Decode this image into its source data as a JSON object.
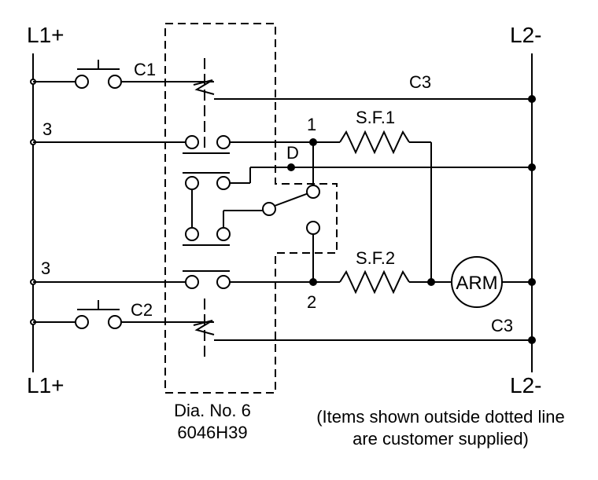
{
  "diagram": {
    "rails": {
      "left": "L1+",
      "right": "L2-"
    },
    "contacts": {
      "c1": "C1",
      "c2": "C2",
      "c3_top": "C3",
      "c3_bottom": "C3"
    },
    "wire_numbers": {
      "upper": "3",
      "lower": "3"
    },
    "nodes": {
      "n1": "1",
      "n2": "2",
      "d": "D"
    },
    "resistors": {
      "sf1": "S.F.1",
      "sf2": "S.F.2"
    },
    "armature": "ARM",
    "diagram_caption": {
      "line1": "Dia. No. 6",
      "line2": "6046H39"
    },
    "note": {
      "line1": "(Items shown outside dotted line",
      "line2": "are customer supplied)"
    }
  }
}
